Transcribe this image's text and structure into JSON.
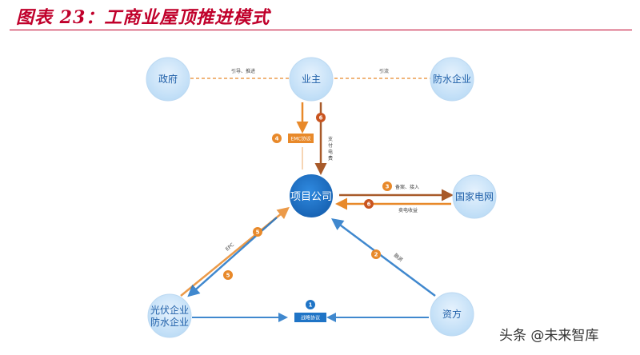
{
  "header": {
    "title": "图表 23：工商业屋顶推进模式"
  },
  "nodes": {
    "government": "政府",
    "owner": "业主",
    "waterproof": "防水企业",
    "project": "项目公司",
    "grid": "国家电网",
    "pv_line1": "光伏企业",
    "pv_line2": "防水企业",
    "capital": "资方"
  },
  "edges": {
    "gov_owner": "引导、推进",
    "owner_wp": "引流",
    "emc": "EMC协议",
    "pay_fee": [
      "支",
      "付",
      "电",
      "费"
    ],
    "record_access": "备案、接入",
    "sell_revenue": "卖电收益",
    "epc": "EPC",
    "financing": "融资",
    "strategic": "战略协议"
  },
  "badges": {
    "emc": "4",
    "pay": "6",
    "record": "3",
    "sell": "6",
    "epc_a": "5",
    "epc_b": "5",
    "financing": "2",
    "strategic": "1"
  },
  "colors": {
    "blue": "#1f74c6",
    "orange": "#e8892a",
    "brown": "#a85a2a",
    "title": "#c0002b"
  },
  "watermark": "头条 @未来智库"
}
